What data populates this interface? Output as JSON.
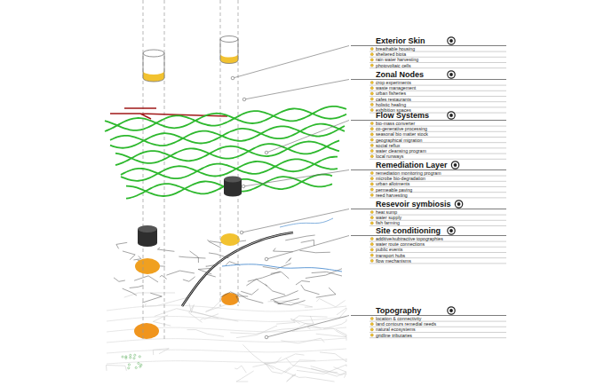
{
  "diagram": {
    "labels": [
      "Exterior Skin",
      "breathable housing",
      "sheltered biota",
      "rain water harvesting",
      "photovoltaic cells",
      "Zonal Nodes",
      "crop experiments",
      "waste management",
      "urban fisheries",
      "cafes restaurants",
      "holistic healing",
      "exhibition spaces",
      "Flow Systems",
      "bio-mass converter",
      "co-generative processing",
      "seasonal bio matter stock",
      "geographical migration",
      "social reflux",
      "water cleansing program",
      "local runways",
      "Remediation Layer",
      "remediation monitoring program",
      "microbe bio-degradation",
      "urban allotments",
      "permeable paving",
      "reed harvesting",
      "Resevoir symbiosis",
      "heat sump",
      "water supply",
      "fish farming",
      "Site conditioning",
      "additive/subtractive topographies",
      "water route connections",
      "public events",
      "transport hubs",
      "flow mechanisms",
      "Topography",
      "location & connectivity",
      "land contours remedial needs",
      "natural ecosystems",
      "gridline tributaries"
    ]
  }
}
